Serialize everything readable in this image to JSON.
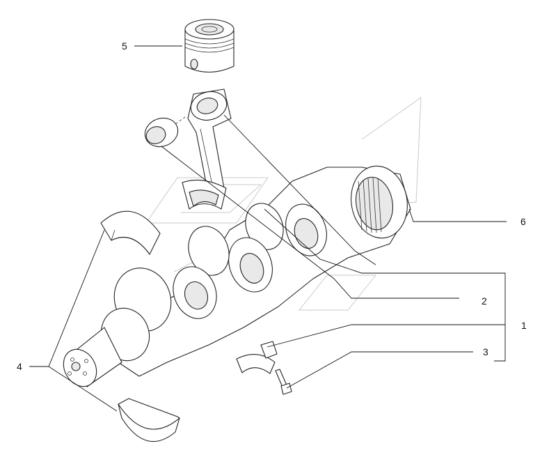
{
  "callouts": [
    {
      "id": "5",
      "label": "5"
    },
    {
      "id": "6",
      "label": "6"
    },
    {
      "id": "2",
      "label": "2"
    },
    {
      "id": "1",
      "label": "1"
    },
    {
      "id": "3",
      "label": "3"
    },
    {
      "id": "4",
      "label": "4"
    }
  ]
}
